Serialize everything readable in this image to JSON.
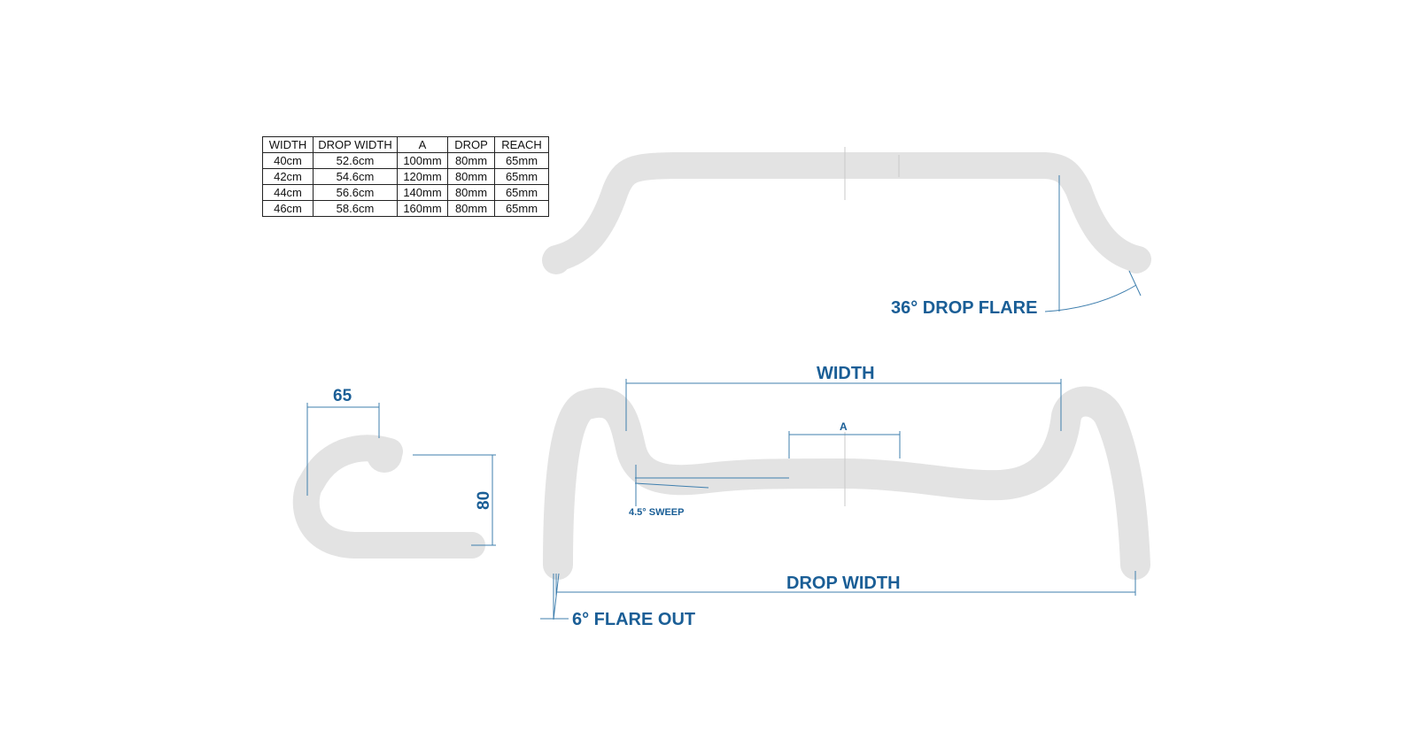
{
  "table": {
    "headers": [
      "WIDTH",
      "DROP WIDTH",
      "A",
      "DROP",
      "REACH"
    ],
    "rows": [
      [
        "40cm",
        "52.6cm",
        "100mm",
        "80mm",
        "65mm"
      ],
      [
        "42cm",
        "54.6cm",
        "120mm",
        "80mm",
        "65mm"
      ],
      [
        "44cm",
        "56.6cm",
        "140mm",
        "80mm",
        "65mm"
      ],
      [
        "46cm",
        "58.6cm",
        "160mm",
        "80mm",
        "65mm"
      ]
    ]
  },
  "labels": {
    "drop_flare": "36° DROP FLARE",
    "reach": "65",
    "drop": "80",
    "width": "WIDTH",
    "a": "A",
    "sweep": "4.5° SWEEP",
    "drop_width": "DROP WIDTH",
    "flare_out": "6° FLARE OUT"
  },
  "colors": {
    "label": "#1a5e96",
    "bar": "#e3e3e3",
    "dimension_line": "#3f7fae"
  }
}
